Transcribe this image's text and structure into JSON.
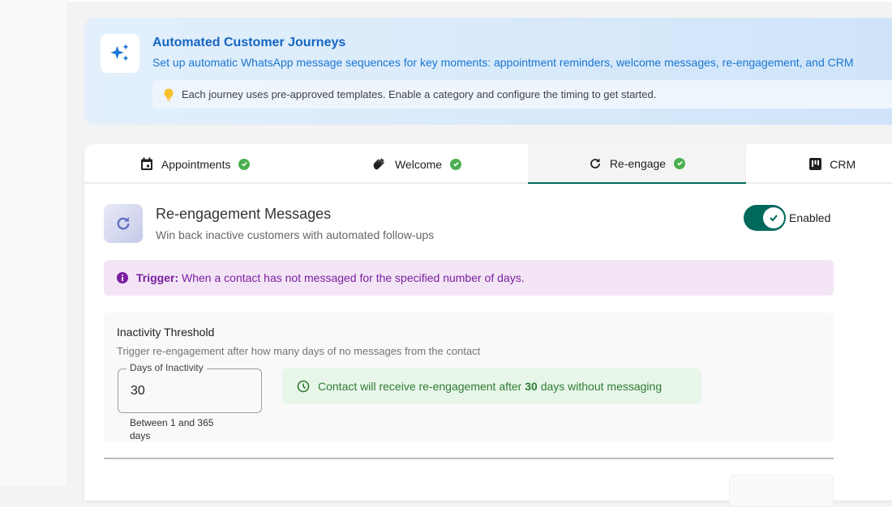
{
  "banner": {
    "title": "Automated Customer Journeys",
    "subtitle": "Set up automatic WhatsApp message sequences for key moments: appointment reminders, welcome messages, re-engagement, and CRM",
    "tip": "Each journey uses pre-approved templates. Enable a category and configure the timing to get started.",
    "icon": "sparkles-icon",
    "tip_icon": "lightbulb-icon"
  },
  "tabs": [
    {
      "label": "Appointments",
      "icon": "calendar-icon",
      "done": true
    },
    {
      "label": "Welcome",
      "icon": "waving-hand-icon",
      "done": true
    },
    {
      "label": "Re-engage",
      "icon": "refresh-icon",
      "done": true,
      "active": true
    },
    {
      "label": "CRM",
      "icon": "kanban-icon"
    }
  ],
  "section": {
    "title": "Re-engagement Messages",
    "subtitle": "Win back inactive customers with automated follow-ups",
    "toggle_label": "Enabled",
    "enabled": true,
    "trigger_label": "Trigger:",
    "trigger_text": " When a contact has not messaged for the specified number of days.",
    "threshold": {
      "title": "Inactivity Threshold",
      "subtitle": "Trigger re-engagement after how many days of no messages from the contact",
      "field_label": "Days of Inactivity",
      "value": "30",
      "helper": "Between 1 and 365 days",
      "info_pre": "Contact will receive re-engagement after ",
      "info_days": "30",
      "info_post": " days without messaging"
    }
  },
  "colors": {
    "accent": "#00695c",
    "trigger": "#7b1fa2",
    "success": "#2e7d32",
    "banner_title": "#1565c0"
  }
}
